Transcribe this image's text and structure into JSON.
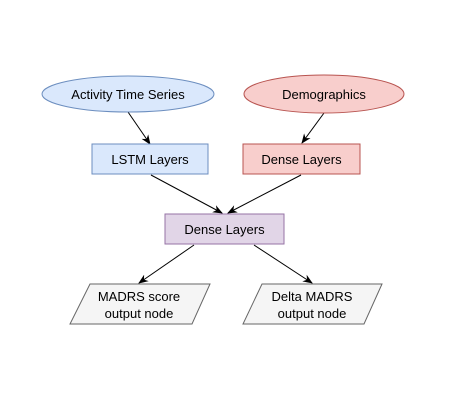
{
  "diagram": {
    "nodes": {
      "activity": {
        "label": "Activity Time Series",
        "fill": "#dae8fc",
        "stroke": "#6c8ebf"
      },
      "demographics": {
        "label": "Demographics",
        "fill": "#f8cecc",
        "stroke": "#b85450"
      },
      "lstm": {
        "label": "LSTM Layers",
        "fill": "#dae8fc",
        "stroke": "#6c8ebf"
      },
      "dense_right": {
        "label": "Dense Layers",
        "fill": "#f8cecc",
        "stroke": "#b85450"
      },
      "dense_merge": {
        "label": "Dense Layers",
        "fill": "#e1d5e7",
        "stroke": "#9673a6"
      },
      "madrs_score": {
        "line1": "MADRS score",
        "line2": "output node",
        "fill": "#f5f5f5",
        "stroke": "#666666"
      },
      "delta_madrs": {
        "line1": "Delta MADRS",
        "line2": "output node",
        "fill": "#f5f5f5",
        "stroke": "#666666"
      }
    },
    "edge_color": "#000000"
  }
}
